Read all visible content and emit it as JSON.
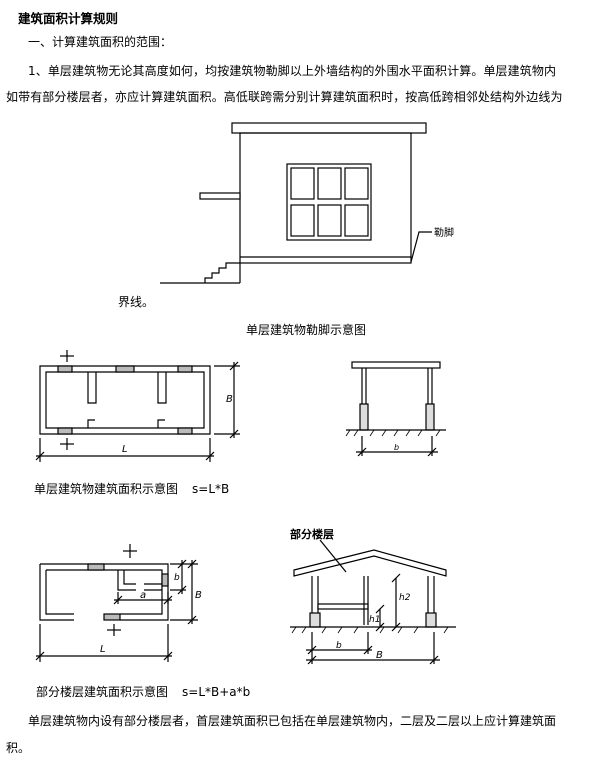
{
  "doc": {
    "title": "建筑面积计算规则",
    "section1": "一、计算建筑面积的范围：",
    "para1_line1": "1、单层建筑物无论其高度如何，均按建筑物勒脚以上外墙结构的外围水平面积计算。单层建筑物内",
    "para1_line2": "如带有部分楼层者，亦应计算建筑面积。高低联跨需分别计算建筑面积时，按高低跨相邻处结构外边线为",
    "para1_tail": "界线。",
    "fig1_caption": "单层建筑物勒脚示意图",
    "fig1_label_lejiao": "勒脚",
    "fig2_caption": "单层建筑物建筑面积示意图",
    "fig2_formula": "s=L*B",
    "fig2_label_L": "L",
    "fig2_label_B": "B",
    "fig2_label_b": "b",
    "fig3_caption": "部分楼层建筑面积示意图",
    "fig3_formula": "s=L*B+a*b",
    "fig3_label_L": "L",
    "fig3_label_B": "B",
    "fig3_label_a": "a",
    "fig3_label_b": "b",
    "fig3_title": "部分楼层",
    "fig3_label_h1": "h1",
    "fig3_label_h2": "h2",
    "fig3_label_b2": "b",
    "fig3_label_B2": "B",
    "para2_line1": "单层建筑物内设有部分楼层者，首层建筑面积已包括在单层建筑物内，二层及二层以上应计算建筑面",
    "para2_line2": "积。"
  }
}
